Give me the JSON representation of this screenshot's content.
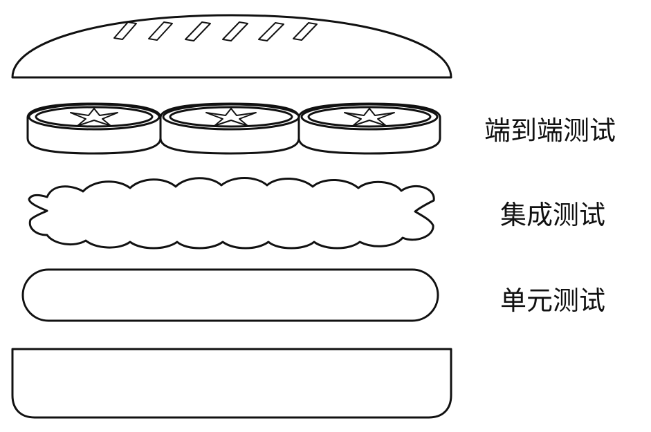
{
  "diagram": {
    "layers": [
      {
        "id": "top-bun",
        "label": ""
      },
      {
        "id": "tomatoes",
        "label": "端到端测试"
      },
      {
        "id": "lettuce",
        "label": "集成测试"
      },
      {
        "id": "patty",
        "label": "单元测试"
      },
      {
        "id": "bottom-bun",
        "label": ""
      }
    ],
    "colors": {
      "stroke": "#111111",
      "fill": "#ffffff"
    }
  }
}
